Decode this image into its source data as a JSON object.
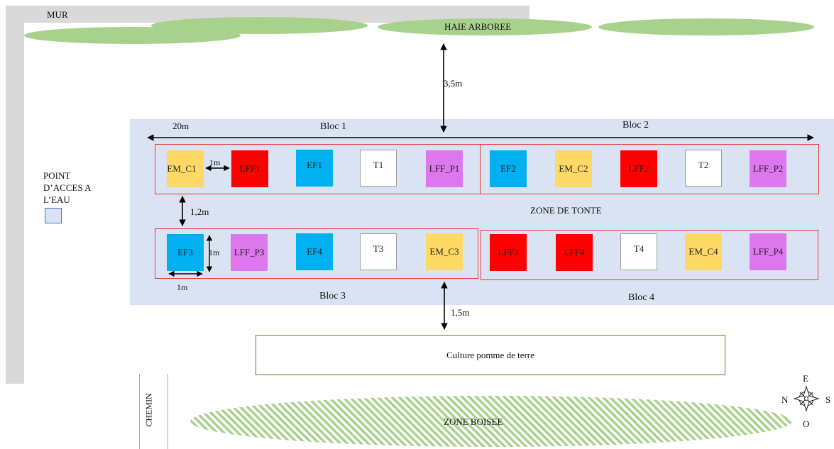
{
  "wall": {
    "label": "MUR"
  },
  "hedge": {
    "label": "HAIE ARBOREE"
  },
  "water_point": {
    "line1": "POINT",
    "line2": "D’ACCES A",
    "line3": "L’EAU"
  },
  "distances": {
    "hedge_to_blocks": "3,5m",
    "width_total": "20m",
    "between_rows": "1,2m",
    "plot_spacing": "1m",
    "plot_height": "1m",
    "plot_width": "1m",
    "blocks_to_potato": "1,5m"
  },
  "blocks": [
    {
      "label": "Bloc 1",
      "plots": [
        "EM_C1",
        "LFF1",
        "EF1",
        "T1",
        "LFF_P1"
      ]
    },
    {
      "label": "Bloc 2",
      "plots": [
        "EF2",
        "EM_C2",
        "LFF2",
        "T2",
        "LFF_P2"
      ]
    },
    {
      "label": "Bloc 3",
      "plots": [
        "EF3",
        "LFF_P3",
        "EF4",
        "T3",
        "EM_C3"
      ]
    },
    {
      "label": "Bloc 4",
      "plots": [
        "LFF3",
        "LFF4",
        "T4",
        "EM_C4",
        "LFF_P4"
      ]
    }
  ],
  "mow_zone": {
    "label": "ZONE DE TONTE"
  },
  "potato": {
    "label": "Culture pomme de terre"
  },
  "path": {
    "label": "CHEMIN"
  },
  "woods": {
    "label": "ZONE BOISEE"
  },
  "compass": {
    "north": "N",
    "east": "E",
    "south": "S",
    "west": "O"
  },
  "colors": {
    "EM": "#ffd966",
    "LFF": "#ff0000",
    "EF": "#00b0f0",
    "T": "#ffffff",
    "LFF_P": "#dd77ee",
    "hedge": "#a9d18e",
    "zone": "#dae3f3",
    "frame": "#e53935"
  }
}
